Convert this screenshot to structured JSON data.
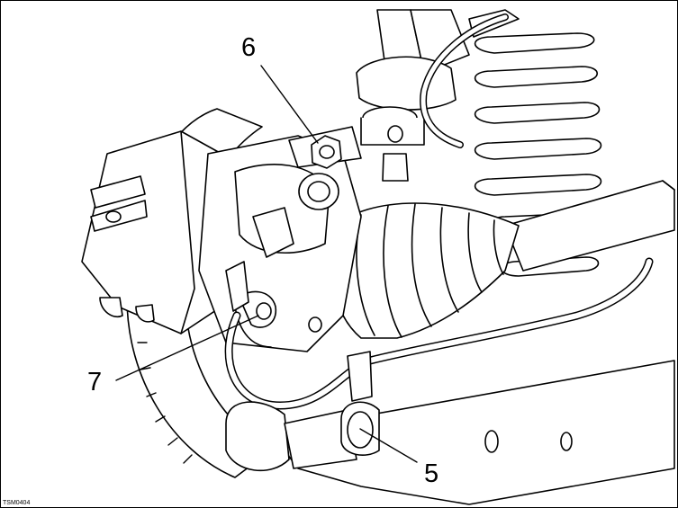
{
  "callouts": {
    "c6": "6",
    "c7": "7",
    "c5": "5"
  },
  "reference_code": "TSM0404",
  "colors": {
    "line": "#000000",
    "background": "#ffffff",
    "shade": "#e6e6e6"
  }
}
